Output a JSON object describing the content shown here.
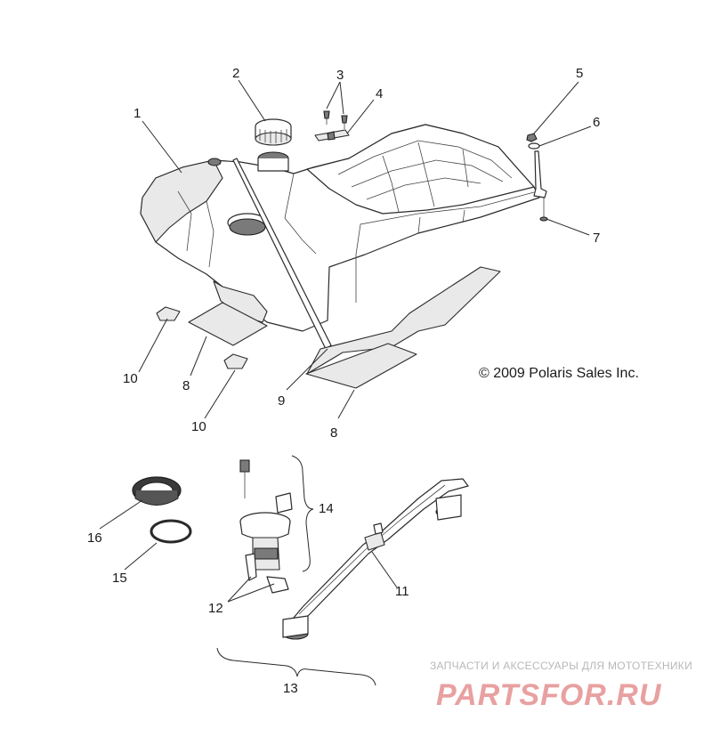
{
  "callouts": {
    "c1": "1",
    "c2": "2",
    "c3": "3",
    "c4": "4",
    "c5": "5",
    "c6": "6",
    "c7": "7",
    "c8a": "8",
    "c8b": "8",
    "c9": "9",
    "c10a": "10",
    "c10b": "10",
    "c11": "11",
    "c12": "12",
    "c13": "13",
    "c14": "14",
    "c15": "15",
    "c16": "16"
  },
  "copyright": "© 2009 Polaris Sales Inc.",
  "watermark": {
    "caption": "ЗАПЧАСТИ И АКСЕССУАРЫ ДЛЯ МОТОТЕХНИКИ",
    "logo_text": "PARTSFOR.RU",
    "logo_color": "#e8a0a0",
    "caption_color": "#b8b8b8"
  }
}
